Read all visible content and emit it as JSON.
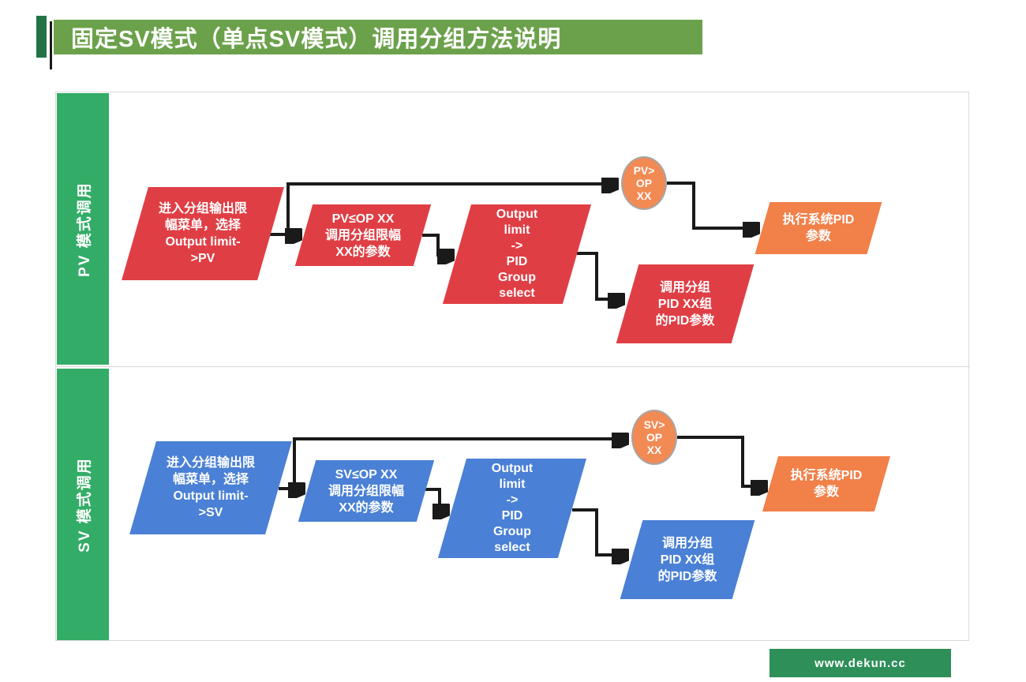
{
  "title": "固定SV模式（单点SV模式）调用分组方法说明",
  "footer": {
    "url": "www.dekun.cc"
  },
  "colors": {
    "title_bar": "#6CA14B",
    "title_accent": "#217346",
    "lane_label": "#33AC67",
    "footer_bar": "#2E8F58",
    "pv_shape": "#E03E45",
    "sv_shape": "#4A80D5",
    "result_shape": "#F28049",
    "decision_ellipse": "#F28A54",
    "arrow": "#1A1A1A"
  },
  "lanes": [
    {
      "label": "PV 模式调用",
      "steps": {
        "enter": "进入分组输出限\n幅菜单，选择\nOutput limit-\n>PV",
        "le_case": "PV≤OP XX\n调用分组限幅\nXX的参数",
        "group_select": "Output\nlimit\n->\nPID\nGroup\nselect",
        "gt_case": "PV>\nOP\nXX",
        "call_group": "调用分组\nPID XX组\n的PID参数",
        "execute": "执行系统PID\n参数"
      }
    },
    {
      "label": "SV 模式调用",
      "steps": {
        "enter": "进入分组输出限\n幅菜单，选择\nOutput limit-\n>SV",
        "le_case": "SV≤OP XX\n调用分组限幅\nXX的参数",
        "group_select": "Output\nlimit\n->\nPID\nGroup\nselect",
        "gt_case": "SV>\nOP\nXX",
        "call_group": "调用分组\nPID XX组\n的PID参数",
        "execute": "执行系统PID\n参数"
      }
    }
  ]
}
